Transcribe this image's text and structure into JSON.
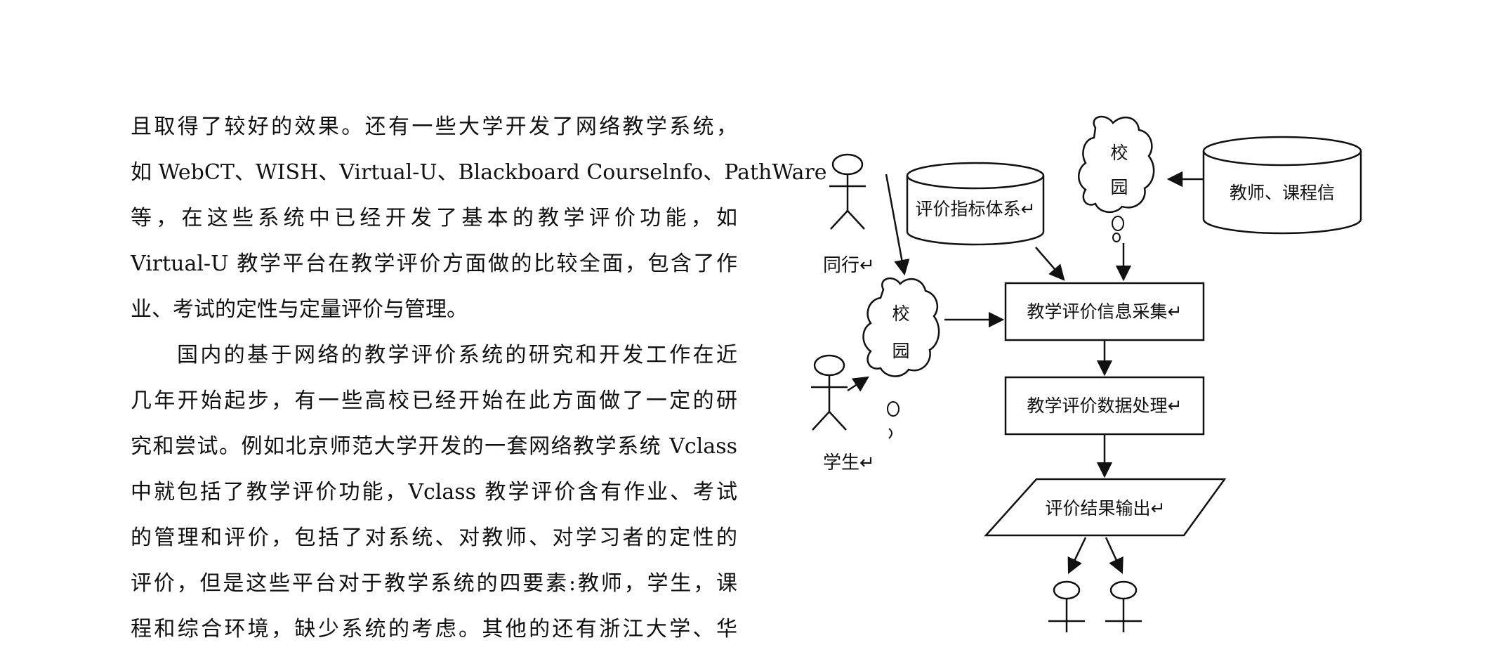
{
  "body_text": {
    "lines": [
      "且取得了较好的效果。还有一些大学开发了网络教学系统，",
      "如 WebCT、WISH、Virtual-U、Blackboard Courselnfo、PathWare",
      "等，在这些系统中已经开发了基本的教学评价功能，如",
      "Virtual-U 教学平台在教学评价方面做的比较全面，包含了作",
      "业、考试的定性与定量评价与管理。",
      "国内的基于网络的教学评价系统的研究和开发工作在近",
      "几年开始起步，有一些高校已经开始在此方面做了一定的研",
      "究和尝试。例如北京师范大学开发的一套网络教学系统 Vclass",
      "中就包括了教学评价功能，Vclass 教学评价含有作业、考试",
      "的管理和评价，包括了对系统、对教师、对学习者的定性的",
      "评价，但是这些平台对于教学系统的四要素:教师，学生，课",
      "程和综合环境，缺少系统的考虑。其他的还有浙江大学、华"
    ]
  },
  "diagram": {
    "db_index": "评价指标体系↵",
    "db_teacher_course": "教师、课程信",
    "cloud_top": [
      "校",
      "园"
    ],
    "cloud_left": [
      "校",
      "园"
    ],
    "actor_peer": "同行↵",
    "actor_student": "学生↵",
    "step_collect": "教学评价信息采集↵",
    "step_process": "教学评价数据处理↵",
    "step_output": "评价结果输出↵"
  }
}
